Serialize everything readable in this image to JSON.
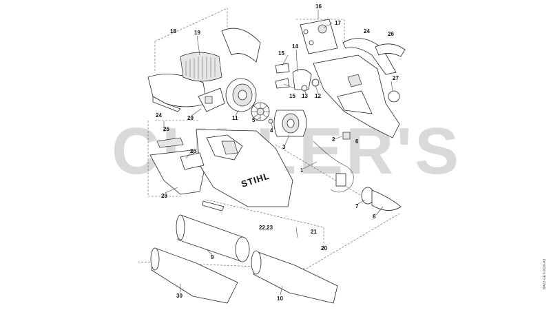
{
  "diagram": {
    "brand_mark": "STIHL",
    "watermark": "CULLER'S",
    "drawing_code": "BA02-GET-0026-A3",
    "callouts": [
      {
        "id": "c16",
        "text": "16"
      },
      {
        "id": "c17",
        "text": "17"
      },
      {
        "id": "c18",
        "text": "18"
      },
      {
        "id": "c19",
        "text": "19"
      },
      {
        "id": "c24a",
        "text": "24"
      },
      {
        "id": "c26a",
        "text": "26"
      },
      {
        "id": "c14",
        "text": "14"
      },
      {
        "id": "c15a",
        "text": "15"
      },
      {
        "id": "c15b",
        "text": "15"
      },
      {
        "id": "c13",
        "text": "13"
      },
      {
        "id": "c12",
        "text": "12"
      },
      {
        "id": "c27",
        "text": "27"
      },
      {
        "id": "c29",
        "text": "29"
      },
      {
        "id": "c11",
        "text": "11"
      },
      {
        "id": "c5",
        "text": "5"
      },
      {
        "id": "c4",
        "text": "4"
      },
      {
        "id": "c3",
        "text": "3"
      },
      {
        "id": "c2",
        "text": "2"
      },
      {
        "id": "c6",
        "text": "6"
      },
      {
        "id": "c1",
        "text": "1"
      },
      {
        "id": "c24b",
        "text": "24"
      },
      {
        "id": "c25",
        "text": "25"
      },
      {
        "id": "c26b",
        "text": "26"
      },
      {
        "id": "c28",
        "text": "28"
      },
      {
        "id": "c7",
        "text": "7"
      },
      {
        "id": "c8",
        "text": "8"
      },
      {
        "id": "c2223",
        "text": "22,23"
      },
      {
        "id": "c21",
        "text": "21"
      },
      {
        "id": "c20",
        "text": "20"
      },
      {
        "id": "c9",
        "text": "9"
      },
      {
        "id": "c30",
        "text": "30"
      },
      {
        "id": "c10",
        "text": "10"
      }
    ]
  }
}
